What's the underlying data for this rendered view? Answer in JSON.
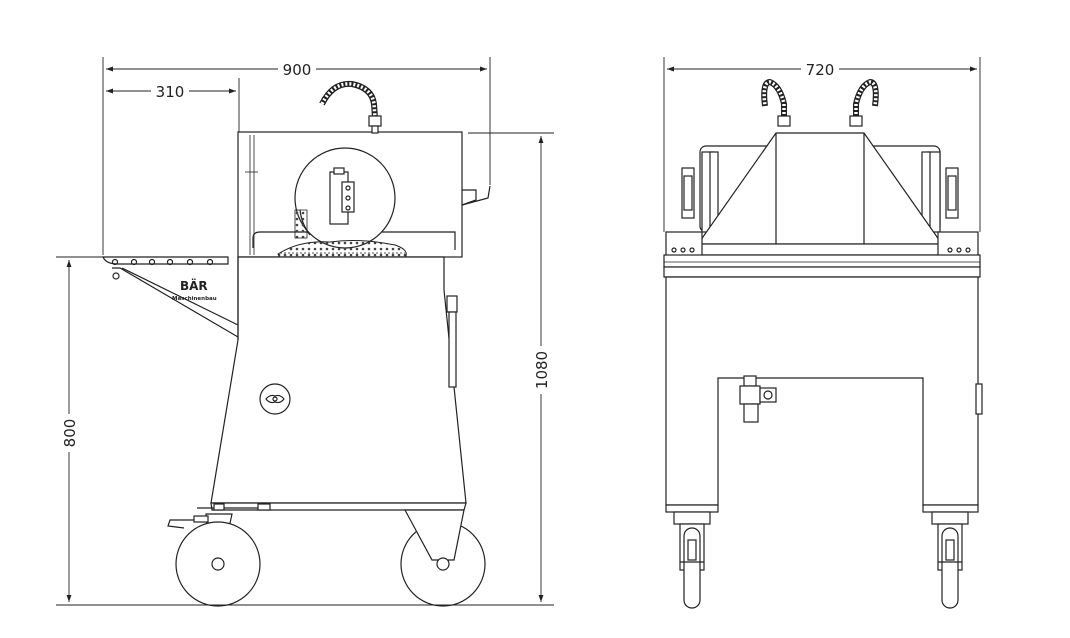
{
  "dimensions": {
    "side_total_width": "900",
    "side_table_width": "310",
    "side_total_height": "1080",
    "side_table_height": "800",
    "front_total_width": "720"
  },
  "brand": {
    "name": "BÄR",
    "subtitle": "Maschinenbau"
  }
}
